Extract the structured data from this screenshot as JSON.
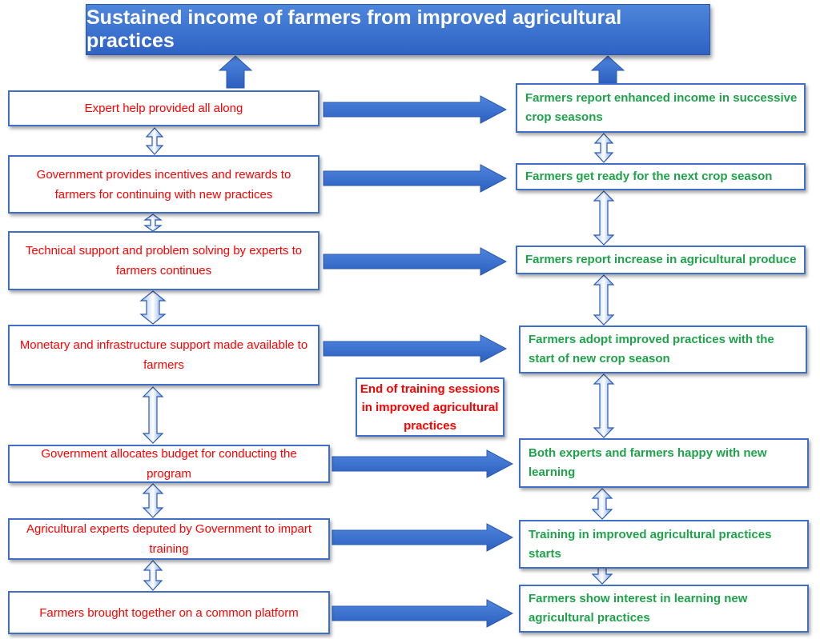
{
  "title": "Sustained income of farmers from improved agricultural practices",
  "left_steps": [
    "Expert help provided all along",
    "Government provides incentives and rewards to farmers for continuing with new practices",
    "Technical support and problem solving by experts to farmers continues",
    "Monetary and infrastructure support made available to farmers",
    "Government allocates budget for conducting the program",
    "Agricultural experts deputed by Government to impart training",
    "Farmers brought together on a common platform"
  ],
  "right_steps": [
    "Farmers report enhanced income in successive crop seasons",
    "Farmers get ready for the next crop season",
    "Farmers report increase in agricultural produce",
    "Farmers adopt improved practices with the start of new crop season",
    "Both experts and farmers happy with new learning",
    "Training in improved agricultural practices starts",
    "Farmers show interest in learning new agricultural practices"
  ],
  "note": "End of training sessions in improved agricultural practices",
  "colors": {
    "title_fill": "#3a70d0",
    "arrow_fill": "#3b6fcb",
    "border": "#3f6fc6",
    "left_text": "#ff0000",
    "right_text": "#1fa34a",
    "note_text": "#ff0000"
  }
}
